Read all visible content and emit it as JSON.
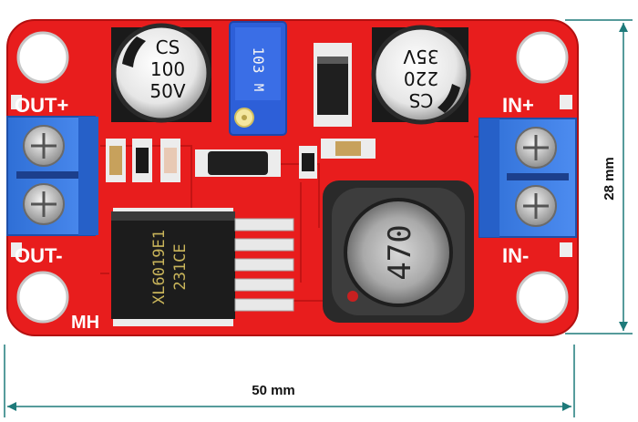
{
  "board": {
    "pcb_color": "#e81d1d",
    "silkscreen": {
      "out_plus": "OUT+",
      "out_minus": "OUT-",
      "in_plus": "IN+",
      "in_minus": "IN-",
      "mh": "MH"
    },
    "cap_left": {
      "line1": "CS",
      "line2": "100",
      "line3": "50V"
    },
    "cap_right": {
      "line1": "35V",
      "line2": "220",
      "line3": "CS"
    },
    "potentiometer": {
      "code": "103",
      "mark": "M"
    },
    "chip": {
      "line1": "XL6019E1",
      "line2": "231CE"
    },
    "inductor": {
      "value": "470"
    }
  },
  "dimensions": {
    "width_label": "50 mm",
    "height_label": "28 mm",
    "line_color": "#1e7a7a"
  }
}
